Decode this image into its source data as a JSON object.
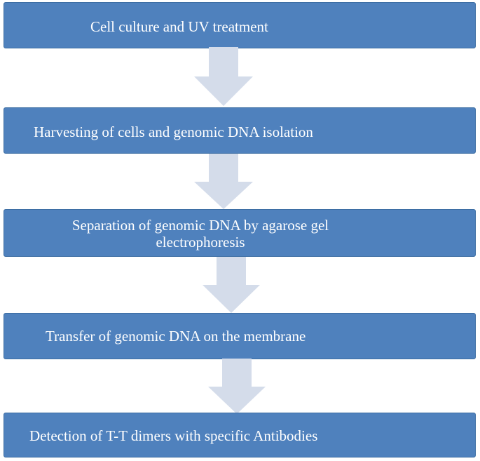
{
  "diagram": {
    "steps": [
      {
        "label": "Cell culture and UV treatment"
      },
      {
        "label": "Harvesting of cells and genomic DNA isolation"
      },
      {
        "label": "Separation of genomic DNA by agarose gel electrophoresis"
      },
      {
        "label": "Transfer of genomic DNA on the membrane"
      },
      {
        "label": "Detection of T-T dimers with specific Antibodies"
      }
    ],
    "colors": {
      "box_fill": "#4f81bd",
      "box_text": "#ffffff",
      "arrow_fill": "#d4dcea"
    },
    "arrow_icon": "down-arrow-icon"
  }
}
